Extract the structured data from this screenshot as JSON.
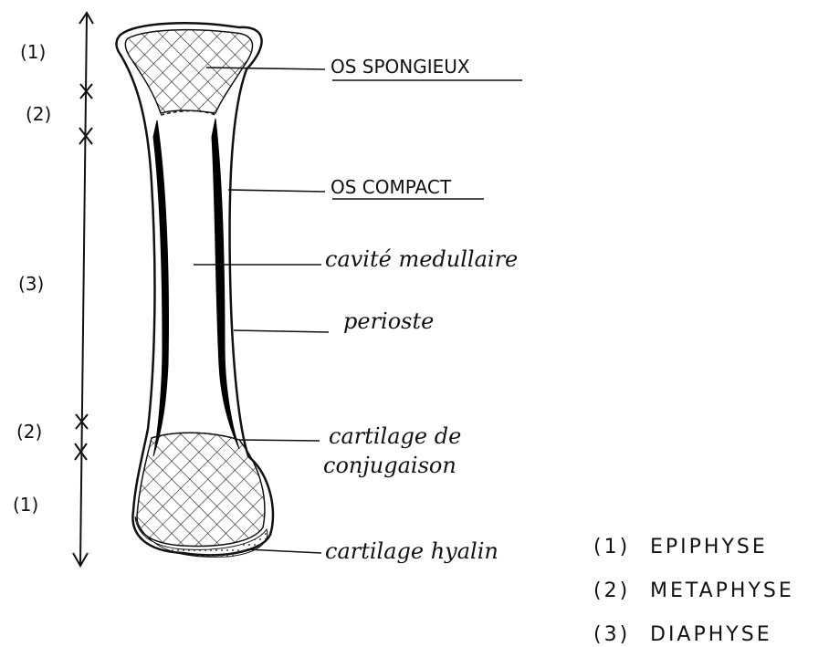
{
  "labels": {
    "os_spongieux": "OS SPONGIEUX",
    "os_compact": "OS COMPACT",
    "cavite_medullaire": "cavité medullaire",
    "perioste": "perioste",
    "cartilage_conjugaison_1": "cartilage de",
    "cartilage_conjugaison_2": "conjugaison",
    "cartilage_hyalin": "cartilage hyalin"
  },
  "region_markers": {
    "epiphyse_top": "(1)",
    "metaphyse_top": "(2)",
    "diaphyse": "(3)",
    "metaphyse_bottom": "(2)",
    "epiphyse_bottom": "(1)"
  },
  "legend": [
    {
      "num": "(1)",
      "term": "EPIPHYSE"
    },
    {
      "num": "(2)",
      "term": "METAPHYSE"
    },
    {
      "num": "(3)",
      "term": "DIAPHYSE"
    }
  ]
}
